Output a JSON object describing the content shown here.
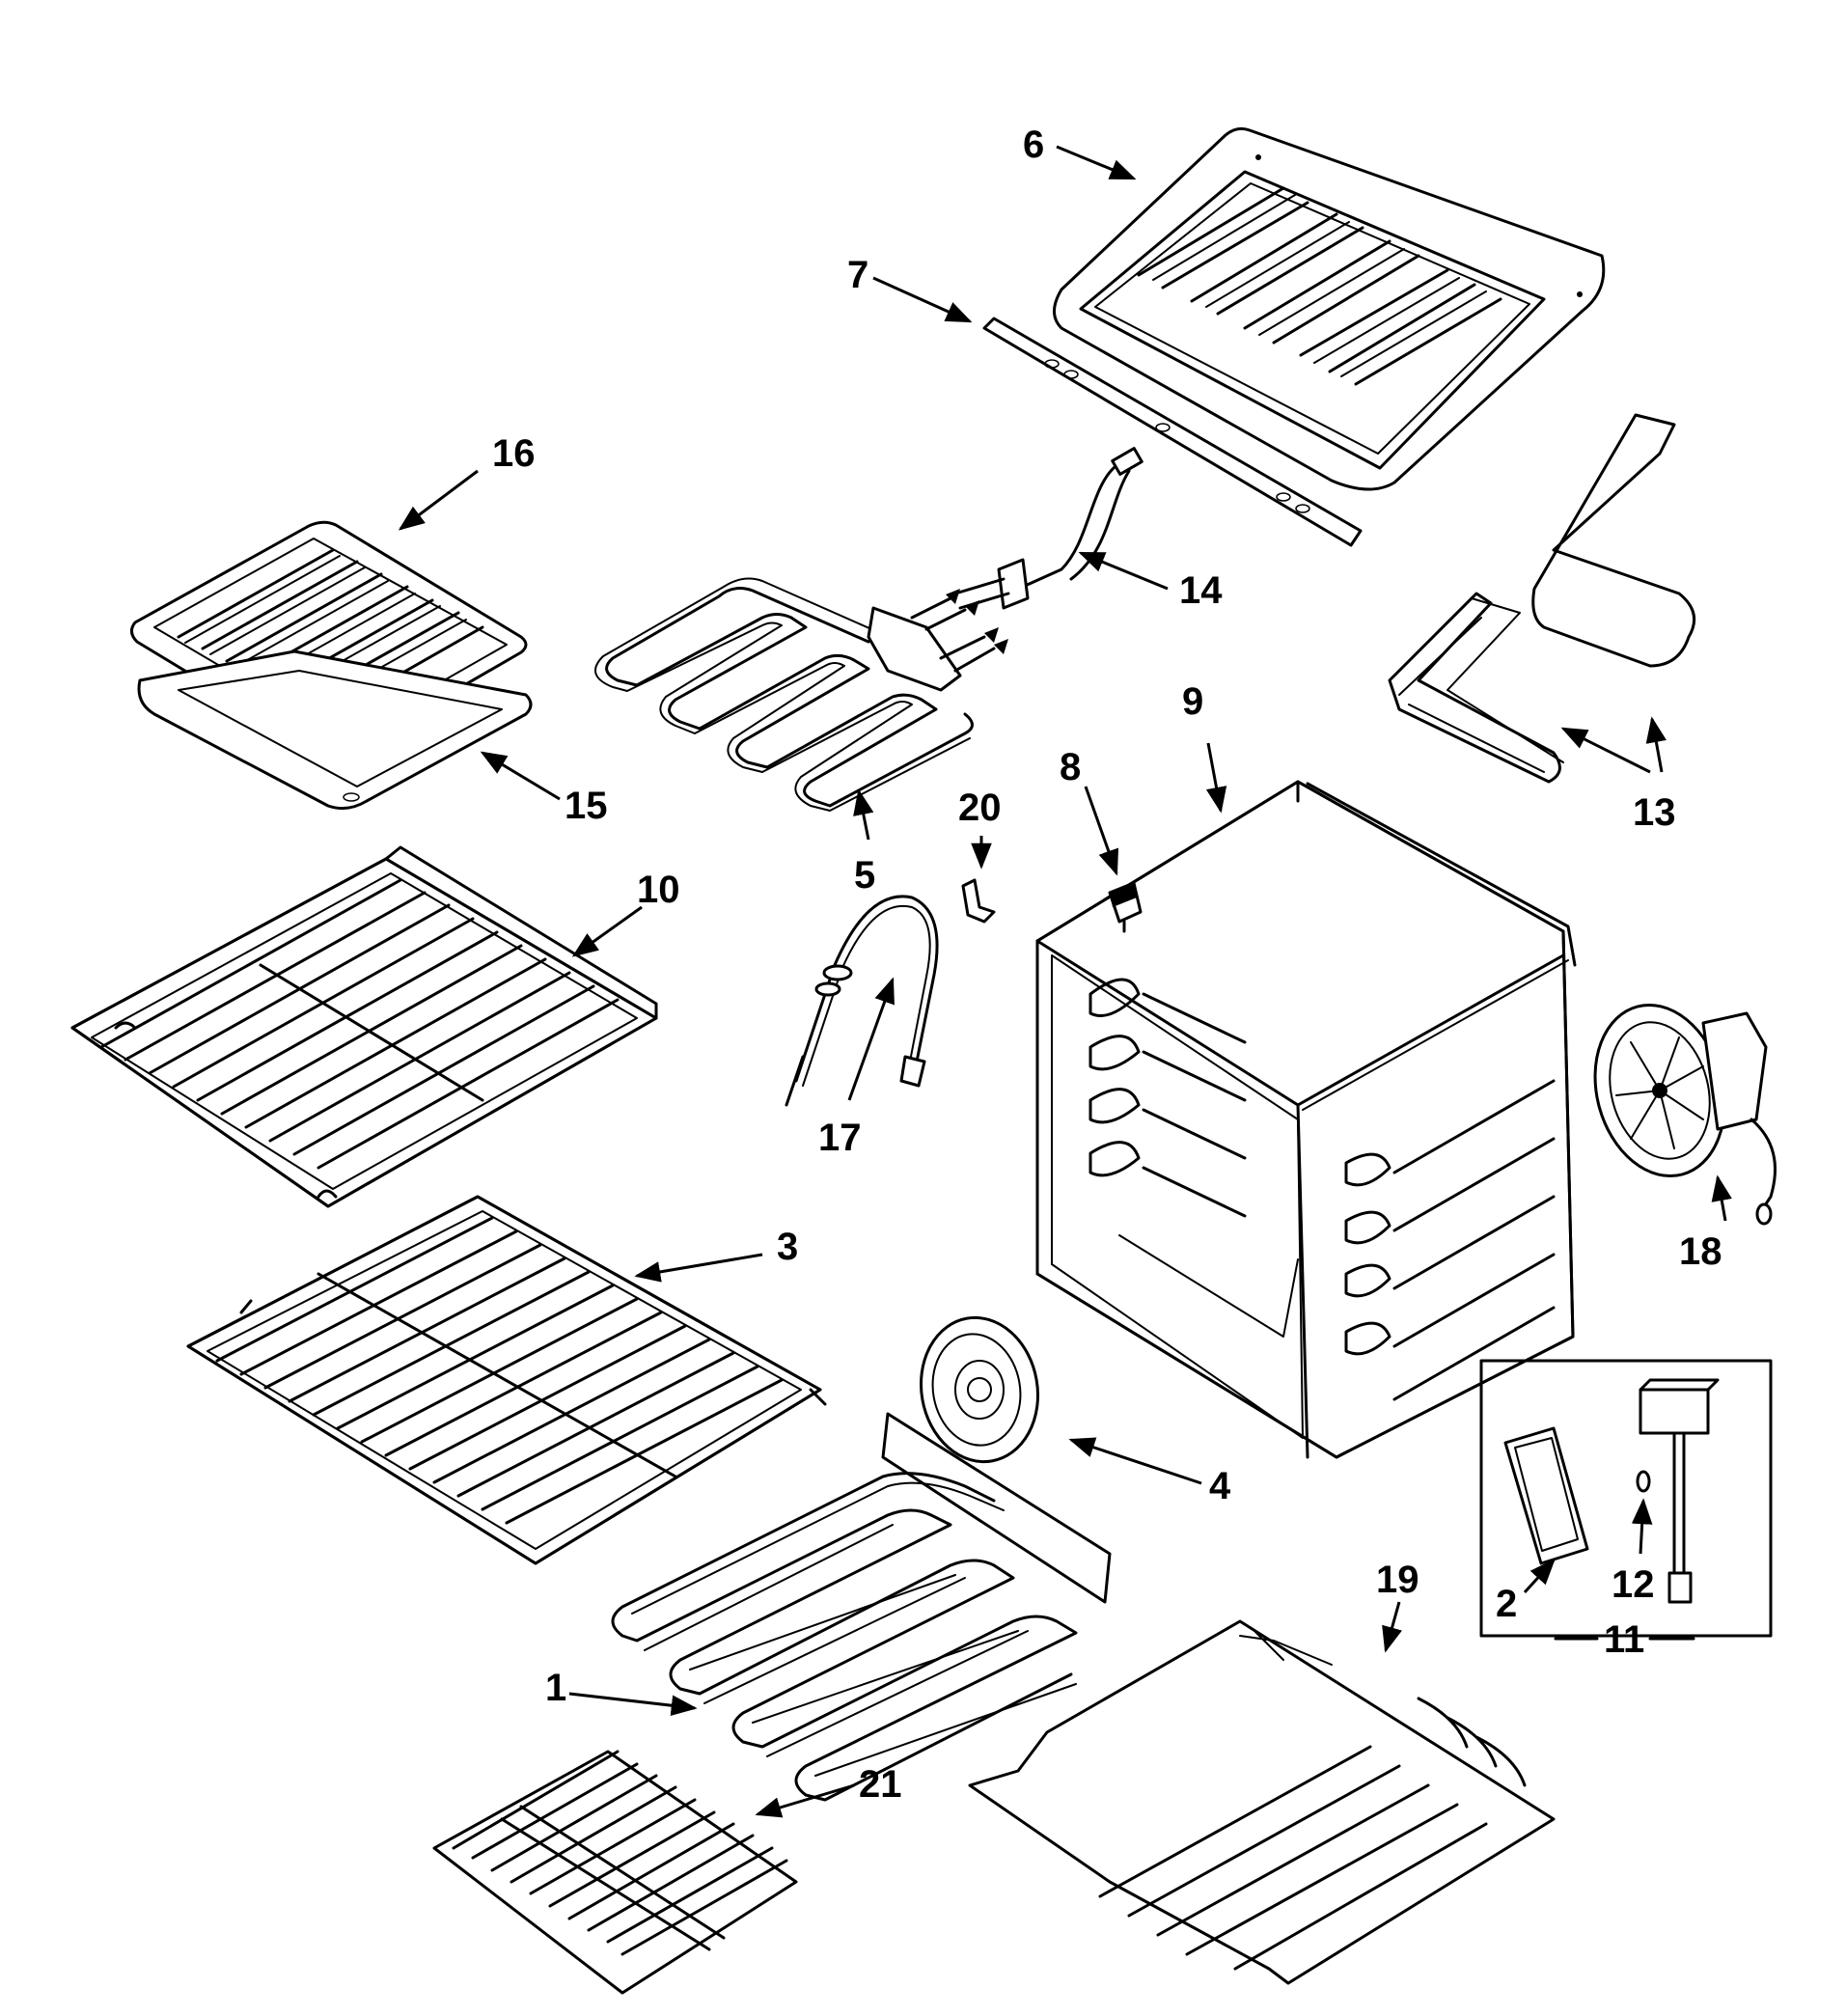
{
  "labels": {
    "l1": "1",
    "l2": "2",
    "l3": "3",
    "l4": "4",
    "l5": "5",
    "l6": "6",
    "l7": "7",
    "l8": "8",
    "l9": "9",
    "l10": "10",
    "l11": "11",
    "l12": "12",
    "l13": "13",
    "l14": "14",
    "l15": "15",
    "l16": "16",
    "l17": "17",
    "l18": "18",
    "l19": "19",
    "l20": "20",
    "l21": "21"
  },
  "colors": {
    "ink": "#000000",
    "paper": "#ffffff"
  }
}
